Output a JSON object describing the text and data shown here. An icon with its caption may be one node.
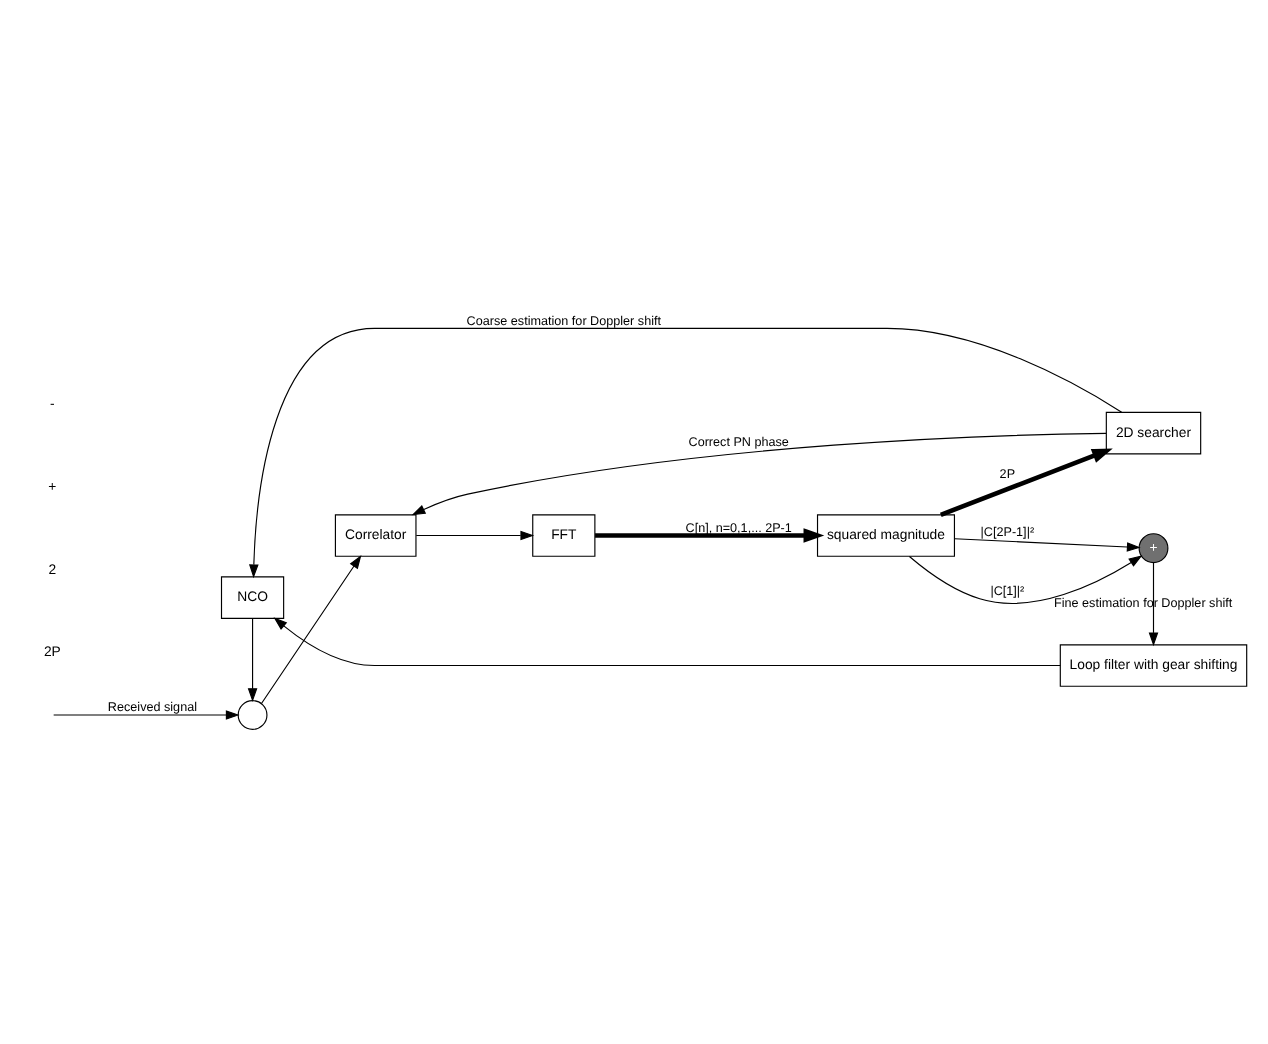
{
  "diagram": {
    "nodes": [
      {
        "text": [],
        "shape": "circle"
      },
      {
        "text": [
          "Correlator"
        ]
      },
      {
        "text": [
          "FFT"
        ]
      },
      {
        "text": [
          "squared magnitude"
        ]
      },
      {
        "text": [
          "2D searcher"
        ]
      },
      {
        "text": [
          "NCO"
        ]
      },
      {
        "text": [
          "+"
        ]
      },
      {
        "text": [
          "Loop filter with gear shifting"
        ]
      }
    ],
    "edges": [
      {
        "from": null,
        "to": 0,
        "arrow": "to",
        "label": "Received signal"
      },
      {
        "from": 0,
        "to": 1,
        "arrow": "to"
      },
      {
        "from": 1,
        "to": 2,
        "arrow": "to"
      },
      {
        "from": 2,
        "to": 3,
        "arrow": "to",
        "style": "thick",
        "label": "C[n], n=0,1,... 2P-1"
      },
      {
        "from": 3,
        "to": 4,
        "arrow": "to",
        "style": "thick",
        "label": "2P"
      },
      {
        "from": 4,
        "to": 1,
        "arrow": "to",
        "label": "Correct PN phase"
      },
      {
        "from": 4,
        "to": 5,
        "arrow": "to",
        "label": "Coarse estimation for Doppler shift"
      },
      {
        "from": 3,
        "to": 6,
        "arrow": "to",
        "label": "|C[1]|²"
      },
      {
        "from": 3,
        "to": 6,
        "arrow": "to",
        "label": "|C[2P-1]|²"
      },
      {
        "from": 6,
        "to": 7,
        "arrow": "to",
        "label": "Fine estimation for Doppler shift"
      },
      {
        "from": 7,
        "to": 5,
        "arrow": "to"
      },
      {
        "from": 5,
        "to": 0,
        "arrow": "to"
      }
    ],
    "labels": [
      "2P",
      "2",
      "+",
      "-"
    ]
  }
}
